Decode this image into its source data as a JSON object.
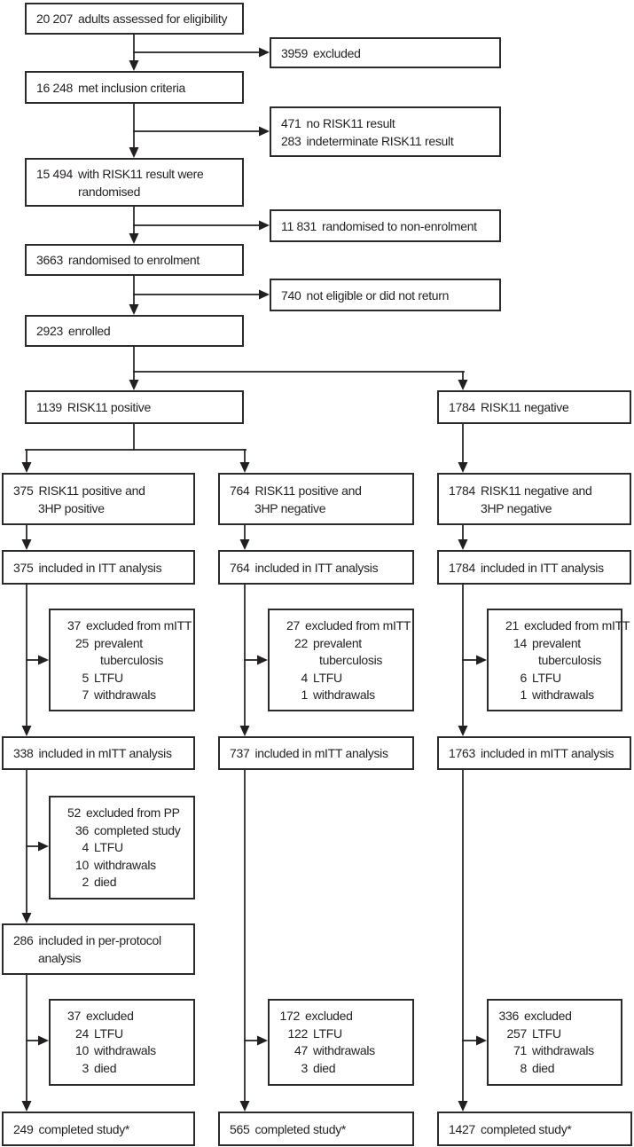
{
  "figure": {
    "kind": "trial-profile-flow-diagram",
    "colors": {
      "ink": "#231f20",
      "paper": "#ffffff"
    },
    "icons": {
      "arrowhead": "filled-triangle"
    }
  },
  "boxes": [
    {
      "id": "assessed",
      "type": "plain",
      "lines": [
        {
          "num": "20 207",
          "text": "adults assessed for eligibility",
          "level": 0
        }
      ]
    },
    {
      "id": "excluded-3959",
      "type": "plain",
      "lines": [
        {
          "num": "3959",
          "text": "excluded",
          "level": 0
        }
      ]
    },
    {
      "id": "met-inclusion",
      "type": "plain",
      "lines": [
        {
          "num": "16 248",
          "text": "met inclusion criteria",
          "level": 0
        }
      ]
    },
    {
      "id": "no-risk11-result",
      "type": "plain",
      "lines": [
        {
          "num": "471",
          "text": "no RISK11 result",
          "level": 0
        },
        {
          "num": "283",
          "text": "indeterminate RISK11 result",
          "level": 0
        }
      ]
    },
    {
      "id": "randomised",
      "type": "plain",
      "lines": [
        {
          "num": "15 494",
          "text": "with RISK11 result were",
          "level": 0
        },
        {
          "text": "randomised",
          "level": 2
        }
      ]
    },
    {
      "id": "non-enrolment",
      "type": "plain",
      "lines": [
        {
          "num": "11 831",
          "text": "randomised to non-enrolment",
          "level": 0
        }
      ]
    },
    {
      "id": "enrolment",
      "type": "plain",
      "lines": [
        {
          "num": "3663",
          "text": "randomised to enrolment",
          "level": 0
        }
      ]
    },
    {
      "id": "not-eligible",
      "type": "plain",
      "lines": [
        {
          "num": "740",
          "text": "not eligible or did not return",
          "level": 0
        }
      ]
    },
    {
      "id": "enrolled",
      "type": "plain",
      "lines": [
        {
          "num": "2923",
          "text": "enrolled",
          "level": 0
        }
      ]
    },
    {
      "id": "risk11-positive",
      "type": "plain",
      "lines": [
        {
          "num": "1139",
          "text": "RISK11 positive",
          "level": 0
        }
      ]
    },
    {
      "id": "risk11-negative",
      "type": "plain",
      "lines": [
        {
          "num": "1784",
          "text": "RISK11 negative",
          "level": 0
        }
      ]
    },
    {
      "id": "pos-3hp-pos",
      "type": "plain",
      "lines": [
        {
          "num": "375",
          "text": "RISK11 positive and",
          "level": 0
        },
        {
          "text": "3HP positive",
          "level": 2
        }
      ]
    },
    {
      "id": "pos-3hp-neg",
      "type": "plain",
      "lines": [
        {
          "num": "764",
          "text": "RISK11 positive and",
          "level": 0
        },
        {
          "text": "3HP negative",
          "level": 2
        }
      ]
    },
    {
      "id": "neg-3hp-neg",
      "type": "plain",
      "lines": [
        {
          "num": "1784",
          "text": "RISK11 negative and",
          "level": 0
        },
        {
          "text": "3HP negative",
          "level": 2
        }
      ]
    },
    {
      "id": "itt-pos-pos",
      "type": "plain",
      "lines": [
        {
          "num": "375",
          "text": "included in ITT analysis",
          "level": 0
        }
      ]
    },
    {
      "id": "itt-pos-neg",
      "type": "plain",
      "lines": [
        {
          "num": "764",
          "text": "included in ITT analysis",
          "level": 0
        }
      ]
    },
    {
      "id": "itt-neg-neg",
      "type": "plain",
      "lines": [
        {
          "num": "1784",
          "text": "included in ITT analysis",
          "level": 0
        }
      ]
    },
    {
      "id": "mitt-excl-a",
      "type": "detail",
      "lines": [
        {
          "num": "37",
          "text": "excluded from mITT",
          "level": 0
        },
        {
          "num": "25",
          "text": "prevalent",
          "level": 1
        },
        {
          "text": "tuberculosis",
          "level": 2
        },
        {
          "num": "5",
          "text": "LTFU",
          "level": 1
        },
        {
          "num": "7",
          "text": "withdrawals",
          "level": 1
        }
      ]
    },
    {
      "id": "mitt-excl-b",
      "type": "detail",
      "lines": [
        {
          "num": "27",
          "text": "excluded from mITT",
          "level": 0
        },
        {
          "num": "22",
          "text": "prevalent",
          "level": 1
        },
        {
          "text": "tuberculosis",
          "level": 2
        },
        {
          "num": "4",
          "text": "LTFU",
          "level": 1
        },
        {
          "num": "1",
          "text": "withdrawals",
          "level": 1
        }
      ]
    },
    {
      "id": "mitt-excl-c",
      "type": "detail",
      "lines": [
        {
          "num": "21",
          "text": "excluded from mITT",
          "level": 0
        },
        {
          "num": "14",
          "text": "prevalent",
          "level": 1
        },
        {
          "text": "tuberculosis",
          "level": 2
        },
        {
          "num": "6",
          "text": "LTFU",
          "level": 1
        },
        {
          "num": "1",
          "text": "withdrawals",
          "level": 1
        }
      ]
    },
    {
      "id": "mitt-a",
      "type": "plain",
      "lines": [
        {
          "num": "338",
          "text": "included in mITT analysis",
          "level": 0
        }
      ]
    },
    {
      "id": "mitt-b",
      "type": "plain",
      "lines": [
        {
          "num": "737",
          "text": "included in mITT analysis",
          "level": 0
        }
      ]
    },
    {
      "id": "mitt-c",
      "type": "plain",
      "lines": [
        {
          "num": "1763",
          "text": "included in mITT analysis",
          "level": 0
        }
      ]
    },
    {
      "id": "pp-excl",
      "type": "detail",
      "lines": [
        {
          "num": "52",
          "text": "excluded from PP",
          "level": 0
        },
        {
          "num": "36",
          "text": "completed study",
          "level": 1
        },
        {
          "num": "4",
          "text": "LTFU",
          "level": 1
        },
        {
          "num": "10",
          "text": "withdrawals",
          "level": 1
        },
        {
          "num": "2",
          "text": "died",
          "level": 1
        }
      ]
    },
    {
      "id": "per-protocol",
      "type": "plain",
      "lines": [
        {
          "num": "286",
          "text": "included in per-protocol",
          "level": 0
        },
        {
          "text": "analysis",
          "level": 2
        }
      ]
    },
    {
      "id": "final-excl-a",
      "type": "detail",
      "lines": [
        {
          "num": "37",
          "text": "excluded",
          "level": 0
        },
        {
          "num": "24",
          "text": "LTFU",
          "level": 1
        },
        {
          "num": "10",
          "text": "withdrawals",
          "level": 1
        },
        {
          "num": "3",
          "text": "died",
          "level": 1
        }
      ]
    },
    {
      "id": "final-excl-b",
      "type": "detail",
      "lines": [
        {
          "num": "172",
          "text": "excluded",
          "level": 0
        },
        {
          "num": "122",
          "text": "LTFU",
          "level": 1
        },
        {
          "num": "47",
          "text": "withdrawals",
          "level": 1
        },
        {
          "num": "3",
          "text": "died",
          "level": 1
        }
      ]
    },
    {
      "id": "final-excl-c",
      "type": "detail",
      "lines": [
        {
          "num": "336",
          "text": "excluded",
          "level": 0
        },
        {
          "num": "257",
          "text": "LTFU",
          "level": 1
        },
        {
          "num": "71",
          "text": "withdrawals",
          "level": 1
        },
        {
          "num": "8",
          "text": "died",
          "level": 1
        }
      ]
    },
    {
      "id": "completed-a",
      "type": "plain",
      "lines": [
        {
          "num": "249",
          "text": "completed study*",
          "level": 0
        }
      ]
    },
    {
      "id": "completed-b",
      "type": "plain",
      "lines": [
        {
          "num": "565",
          "text": "completed study*",
          "level": 0
        }
      ]
    },
    {
      "id": "completed-c",
      "type": "plain",
      "lines": [
        {
          "num": "1427",
          "text": "completed study*",
          "level": 0
        }
      ]
    }
  ]
}
